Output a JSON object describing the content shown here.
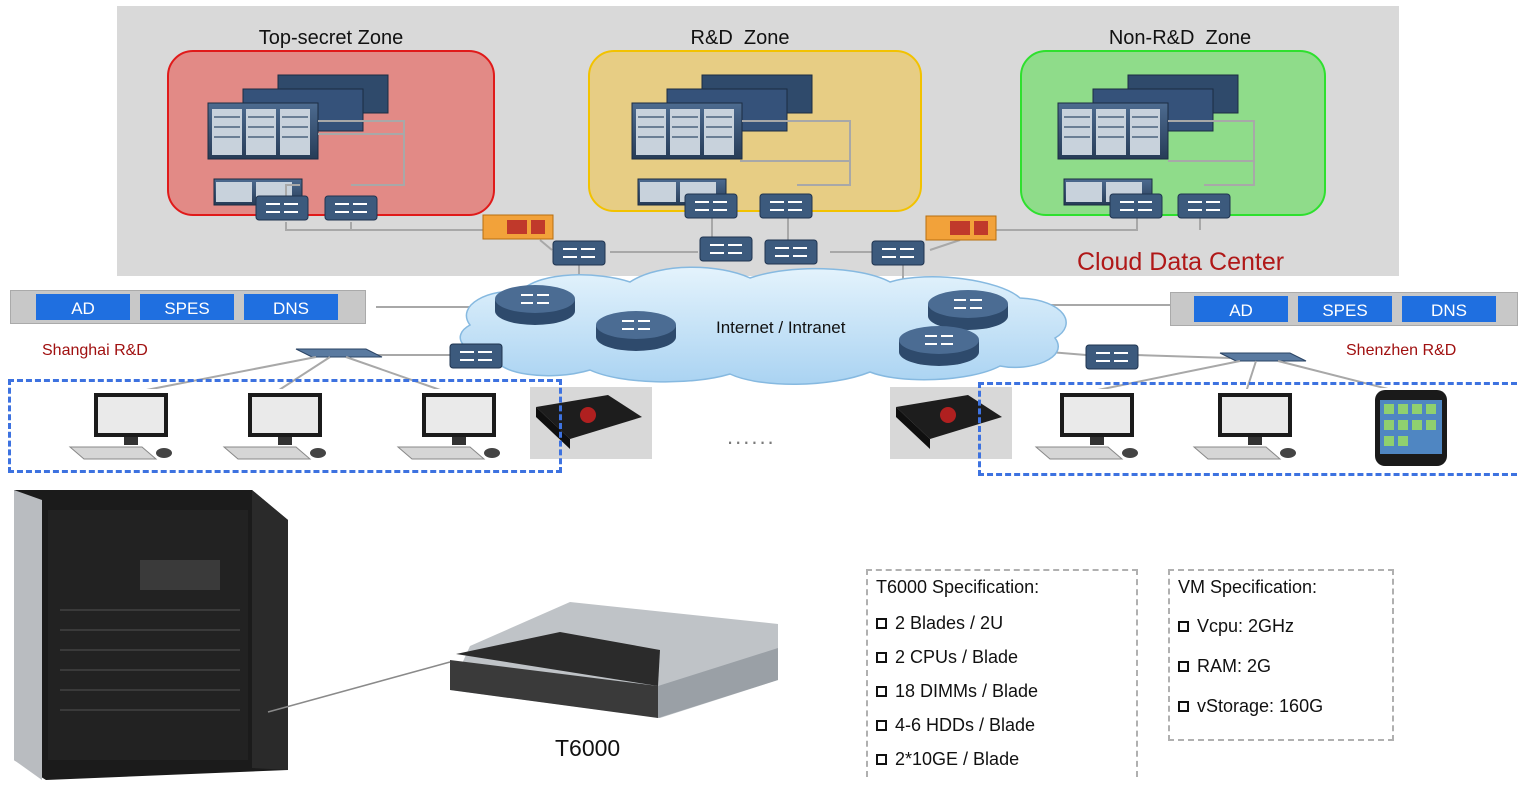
{
  "zones": [
    {
      "title": "Top-secret Zone",
      "fill": "#e28a86",
      "border": "#e01a1a"
    },
    {
      "title": "R&D  Zone",
      "fill": "#e7cd84",
      "border": "#f2c200"
    },
    {
      "title": "Non-R&D  Zone",
      "fill": "#8fdc8a",
      "border": "#2ee02e"
    }
  ],
  "data_center_label": "Cloud Data Center",
  "cloud_label": "Internet / Intranet",
  "left_services": [
    "AD",
    "SPES",
    "DNS"
  ],
  "right_services": [
    "AD",
    "SPES",
    "DNS"
  ],
  "sites": {
    "left": "Shanghai R&D",
    "right": "Shenzhen R&D"
  },
  "ellipsis": "......",
  "t6000_label": "T6000",
  "t6000_spec": {
    "title": "T6000 Specification:",
    "items": [
      "2 Blades / 2U",
      "2 CPUs / Blade",
      "18 DIMMs / Blade",
      "4-6 HDDs / Blade",
      "2*10GE / Blade"
    ]
  },
  "vm_spec": {
    "title": "VM Specification:",
    "items": [
      "Vcpu: 2GHz",
      "RAM: 2G",
      "vStorage: 160G"
    ]
  },
  "colors": {
    "service_blue": "#1f6fe0",
    "accent_red": "#b01818",
    "dashed_blue": "#3d72e0",
    "device_blue": "#3c5a7d"
  }
}
